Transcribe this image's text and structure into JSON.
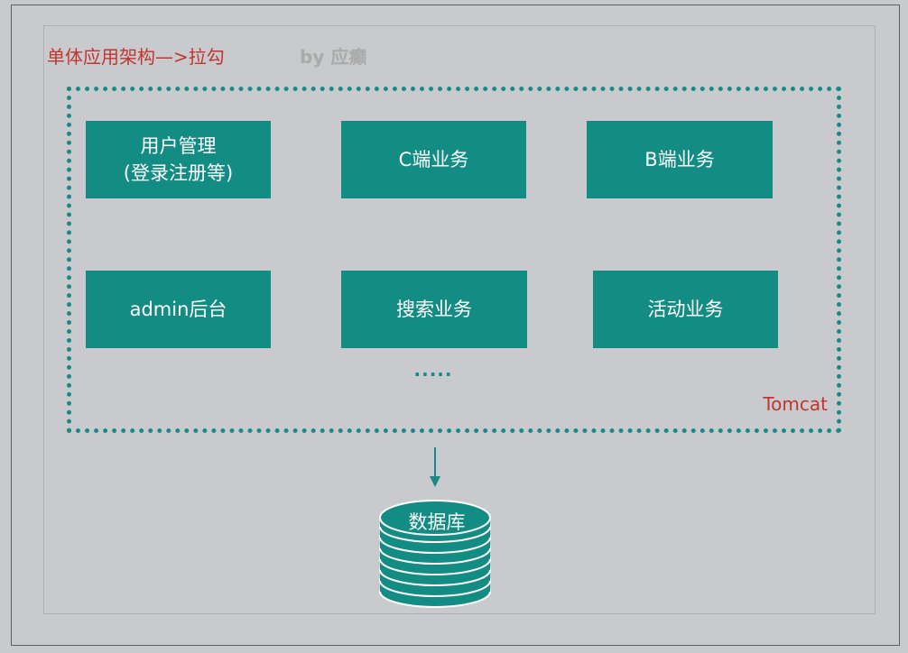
{
  "title": "单体应用架构—>拉勾",
  "byline": "by 应癫",
  "container_label": "Tomcat",
  "modules": [
    {
      "line1": "用户管理",
      "line2": "(登录注册等)"
    },
    {
      "line1": "C端业务"
    },
    {
      "line1": "B端业务"
    },
    {
      "line1": "admin后台"
    },
    {
      "line1": "搜索业务"
    },
    {
      "line1": "活动业务"
    }
  ],
  "ellipsis": ".....",
  "database": {
    "label": "数据库"
  },
  "colors": {
    "module_fill": "#138c84",
    "tomcat_border": "#1a8a85",
    "title_red": "#c0362f",
    "byline_gray": "#aaaaaa",
    "background": "#c9cacd"
  }
}
